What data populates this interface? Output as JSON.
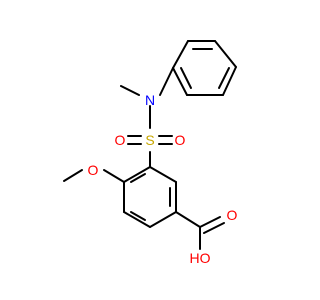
{
  "molecule": {
    "atoms": {
      "N": {
        "symbol": "N"
      },
      "S": {
        "symbol": "S"
      },
      "O1": {
        "symbol": "O"
      },
      "O2": {
        "symbol": "O"
      },
      "O3": {
        "symbol": "O"
      },
      "O4": {
        "symbol": "O"
      },
      "OH": {
        "symbol": "HO"
      }
    }
  },
  "colors": {
    "bond": "#000000",
    "nitrogen": "#0000ff",
    "sulfur": "#c8a800",
    "oxygen": "#ff0000"
  }
}
